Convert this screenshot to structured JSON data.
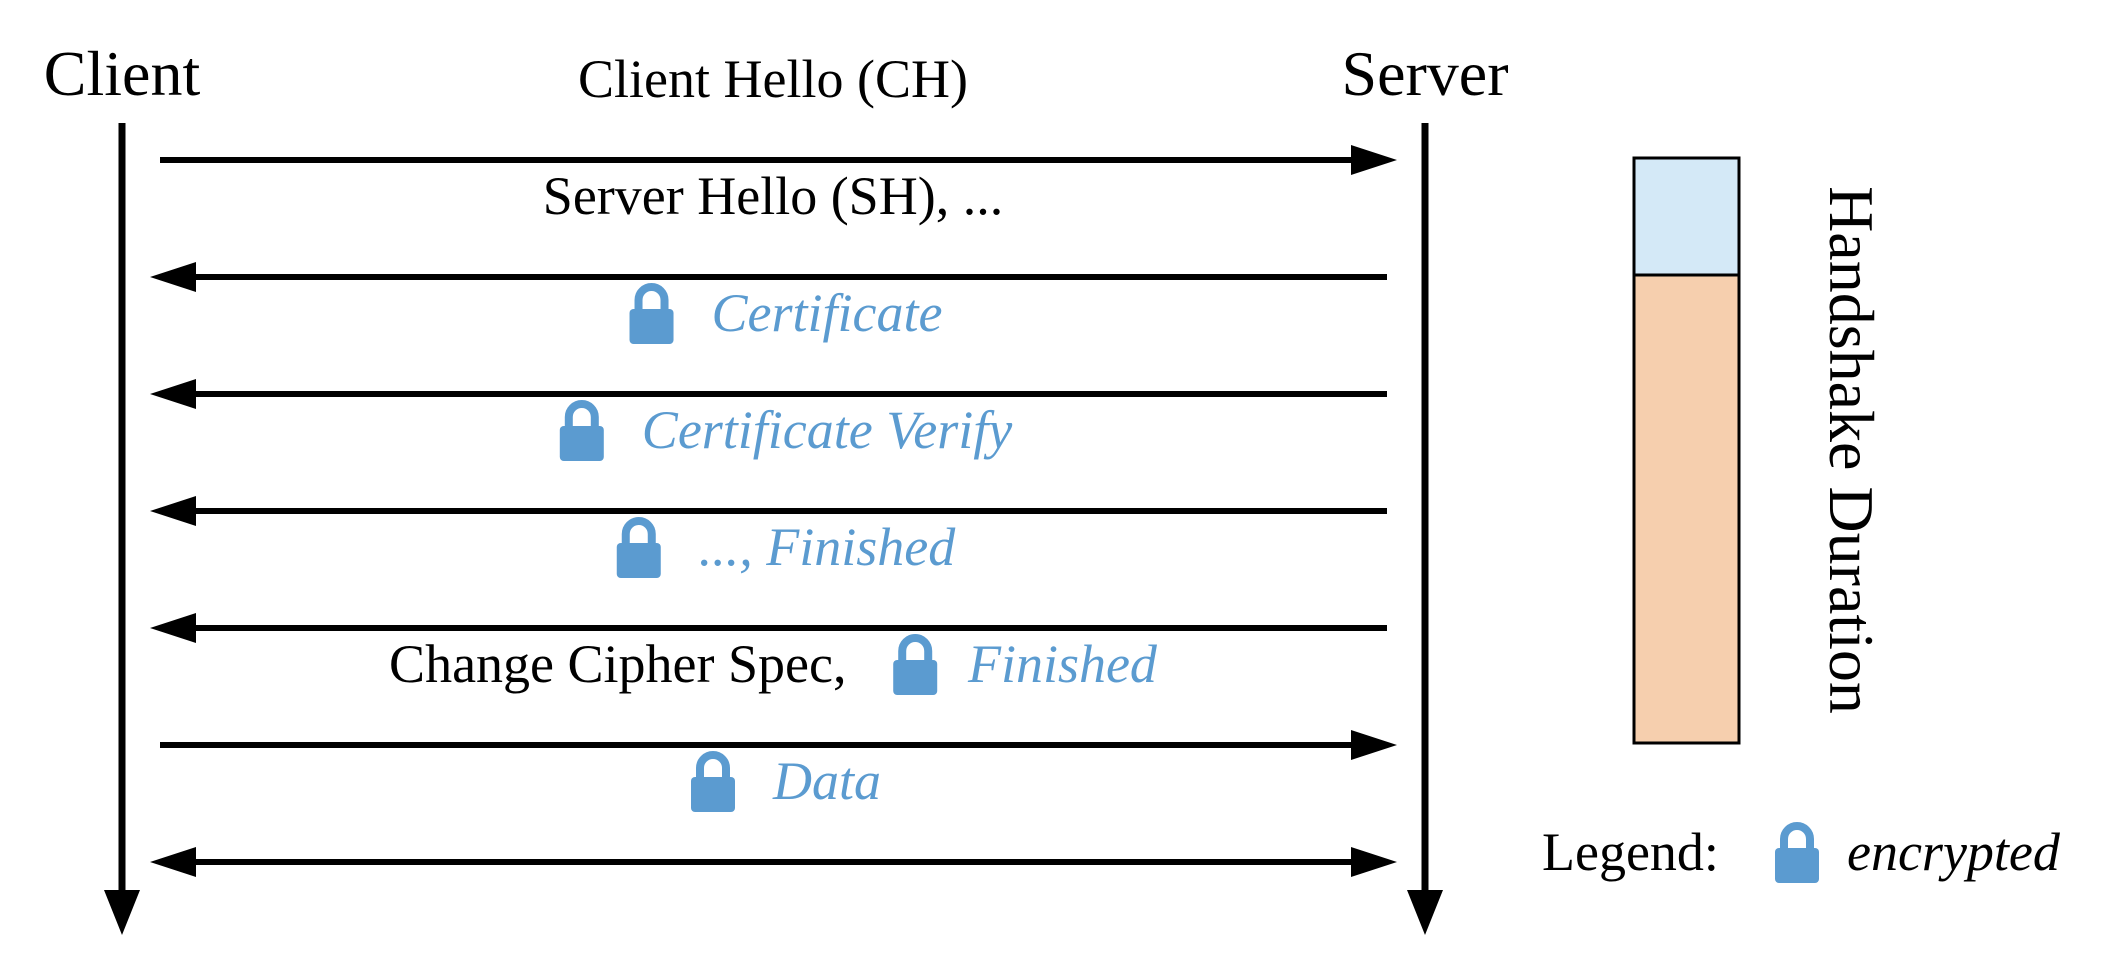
{
  "participants": {
    "client": "Client",
    "server": "Server"
  },
  "messages": [
    {
      "id": "ch",
      "plain": "Client Hello (CH)",
      "encrypted": "",
      "direction": "to-server",
      "locked": false
    },
    {
      "id": "sh",
      "plain": "Server Hello (SH), ...",
      "encrypted": "",
      "direction": "to-client",
      "locked": false
    },
    {
      "id": "cert",
      "plain": "",
      "encrypted": "Certificate",
      "direction": "to-client",
      "locked": true
    },
    {
      "id": "certverify",
      "plain": "",
      "encrypted": "Certificate Verify",
      "direction": "to-client",
      "locked": true
    },
    {
      "id": "finished-server",
      "plain": "",
      "encrypted": "..., Finished",
      "direction": "to-client",
      "locked": true
    },
    {
      "id": "ccs",
      "plain": "Change Cipher Spec,",
      "encrypted": "Finished",
      "direction": "to-server",
      "locked": true
    },
    {
      "id": "data",
      "plain": "",
      "encrypted": "Data",
      "direction": "both",
      "locked": true
    }
  ],
  "duration_bar": {
    "label": "Handshake Duration",
    "colors": {
      "top": "#d4e9f7",
      "bottom": "#f6cfae"
    }
  },
  "legend": {
    "label": "Legend:",
    "item": "encrypted",
    "icon": "lock-icon"
  },
  "colors": {
    "encrypted": "#5b9bd0",
    "line": "#000000"
  }
}
